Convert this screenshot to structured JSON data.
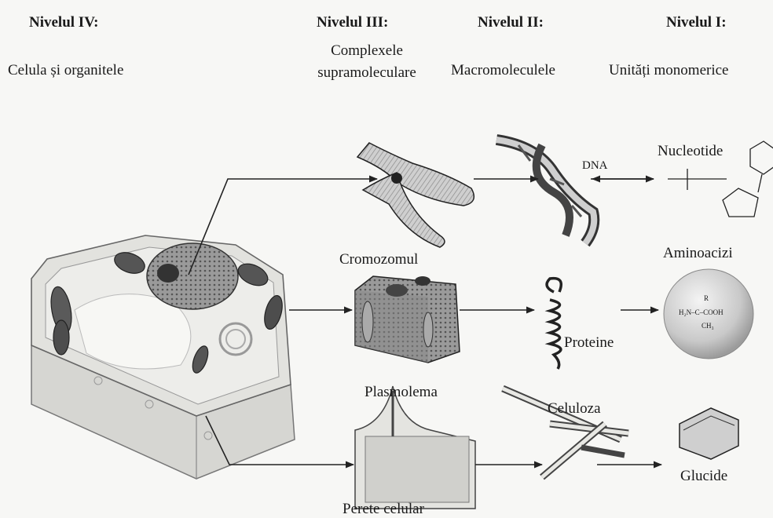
{
  "levels": [
    {
      "title": "Nivelul IV:",
      "subtitle": "Celula și organitele"
    },
    {
      "title": "Nivelul III:",
      "subtitle_line1": "Complexele",
      "subtitle_line2": "supramoleculare"
    },
    {
      "title": "Nivelul II:",
      "subtitle": "Macromoleculele"
    },
    {
      "title": "Nivelul I:",
      "subtitle": "Unități monomerice"
    }
  ],
  "labels": {
    "cromozomul": "Cromozomul",
    "plasmolema": "Plasmolema",
    "perete_celular": "Perete celular",
    "dna": "DNA",
    "proteine": "Proteine",
    "celuloza": "Celuloza",
    "nucleotide": "Nucleotide",
    "aminoacizi": "Aminoacizi",
    "glucide": "Glucide"
  },
  "amino_formula": {
    "r": "R",
    "left": "H₂N–C–COOH",
    "bottom": "CH₃"
  }
}
